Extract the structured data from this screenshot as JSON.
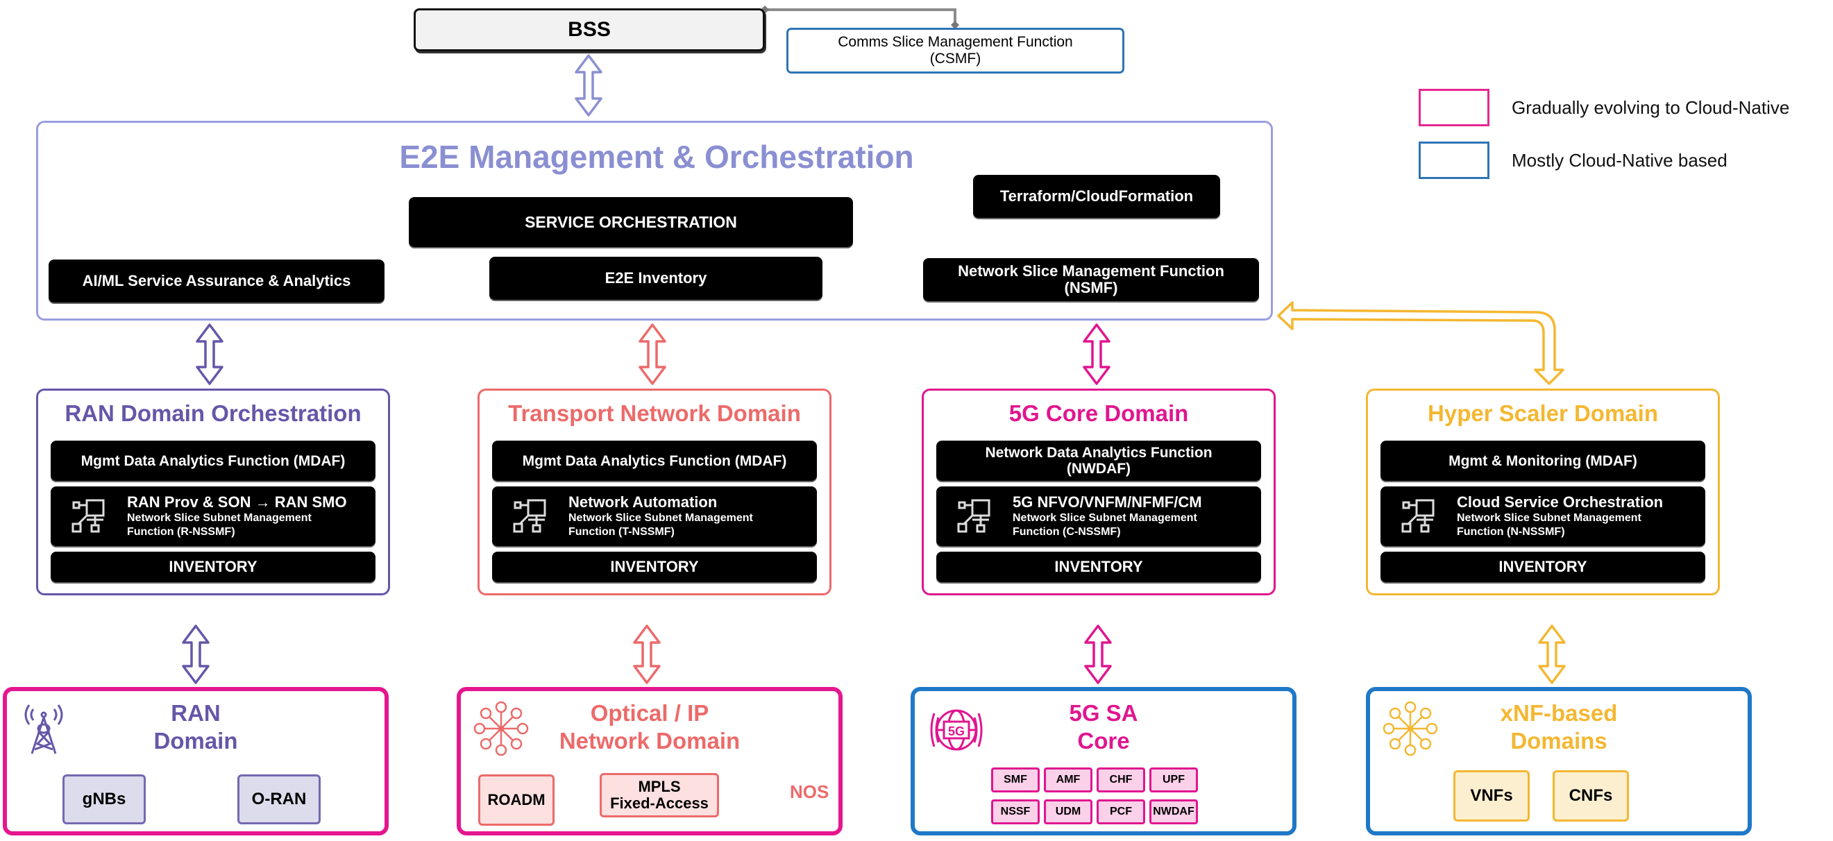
{
  "colors": {
    "e2e": "#8a8fd2",
    "ran": "#6656a8",
    "transport": "#ec6a6a",
    "core": "#e0168f",
    "hyperscaler": "#f4b731",
    "legend_evolving": "#e6278f",
    "legend_cloud_native": "#2e75b6",
    "red_arrow": "#c00000"
  },
  "top": {
    "bss": "BSS",
    "csmf_line1": "Comms Slice Management Function",
    "csmf_line2": "(CSMF)"
  },
  "legend": [
    {
      "label": "Gradually evolving to Cloud-Native",
      "color": "#e6278f"
    },
    {
      "label": "Mostly Cloud-Native based",
      "color": "#2e75b6"
    }
  ],
  "e2e": {
    "title": "E2E Management & Orchestration",
    "service_orchestration": "SERVICE ORCHESTRATION",
    "terraform": "Terraform/CloudFormation",
    "aiml": "AI/ML Service Assurance & Analytics",
    "inventory": "E2E Inventory",
    "nsmf_line1": "Network Slice Management Function",
    "nsmf_line2": "(NSMF)"
  },
  "domains": [
    {
      "title": "RAN Domain Orchestration",
      "row1": "Mgmt Data Analytics Function (MDAF)",
      "row1b": "",
      "main": "RAN Prov & SON → RAN SMO",
      "sub1": "Network Slice Subnet Management",
      "sub2": "Function (R-NSSMF)",
      "inventory": "INVENTORY",
      "icon": "network-topology-icon"
    },
    {
      "title": "Transport Network Domain",
      "row1": "Mgmt Data Analytics Function (MDAF)",
      "row1b": "",
      "main": "Network Automation",
      "sub1": "Network Slice Subnet Management",
      "sub2": "Function (T-NSSMF)",
      "inventory": "INVENTORY",
      "icon": "network-topology-icon"
    },
    {
      "title": "5G Core Domain",
      "row1": "Network Data Analytics Function",
      "row1b": "(NWDAF)",
      "main": "5G NFVO/VNFM/NFMF/CM",
      "sub1": "Network Slice Subnet Management",
      "sub2": "Function (C-NSSMF)",
      "inventory": "INVENTORY",
      "icon": "network-topology-icon"
    },
    {
      "title": "Hyper Scaler Domain",
      "row1": "Mgmt & Monitoring (MDAF)",
      "row1b": "",
      "main": "Cloud Service Orchestration",
      "sub1": "Network Slice Subnet Management",
      "sub2": "Function (N-NSSMF)",
      "inventory": "INVENTORY",
      "icon": "network-topology-icon"
    }
  ],
  "bottom": {
    "ran": {
      "title1": "RAN",
      "title2": "Domain",
      "from": "gNBs",
      "to": "O-RAN",
      "icon": "cell-tower-icon"
    },
    "optical": {
      "title1": "Optical / IP",
      "title2": "Network Domain",
      "roadm": "ROADM",
      "mpls1": "MPLS",
      "mpls2": "Fixed-Access",
      "nos": "NOS",
      "icon": "hub-network-icon"
    },
    "core": {
      "title1": "5G SA",
      "title2": "Core",
      "icon": "5g-globe-icon",
      "icon_text": "5G",
      "nfs": [
        "SMF",
        "AMF",
        "CHF",
        "UPF",
        "NSSF",
        "UDM",
        "PCF",
        "NWDAF"
      ]
    },
    "xnf": {
      "title1": "xNF-based",
      "title2": "Domains",
      "vnf": "VNFs",
      "cnf": "CNFs",
      "icon": "hub-network-icon"
    }
  }
}
